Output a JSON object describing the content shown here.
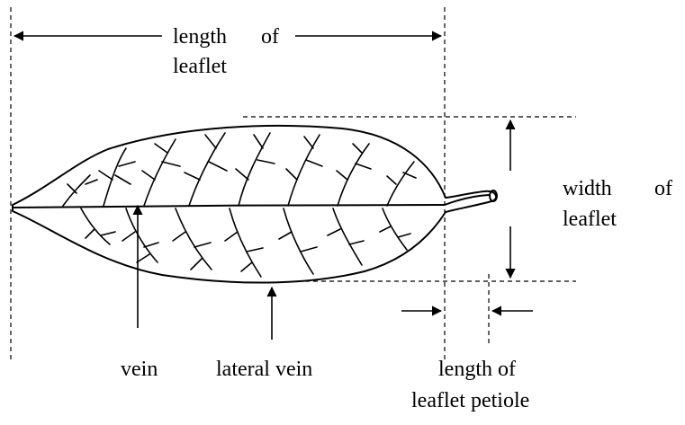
{
  "labels": {
    "length_of_1": "length",
    "length_of_2": "of",
    "length_of_3": "leaflet",
    "width_of_1": "width",
    "width_of_2": "of",
    "width_of_3": "leaflet",
    "vein": "vein",
    "lateral_vein": "lateral vein",
    "petiole_1": "length of",
    "petiole_2": "leaflet petiole"
  },
  "colors": {
    "ink": "#000000",
    "background": "#ffffff"
  }
}
